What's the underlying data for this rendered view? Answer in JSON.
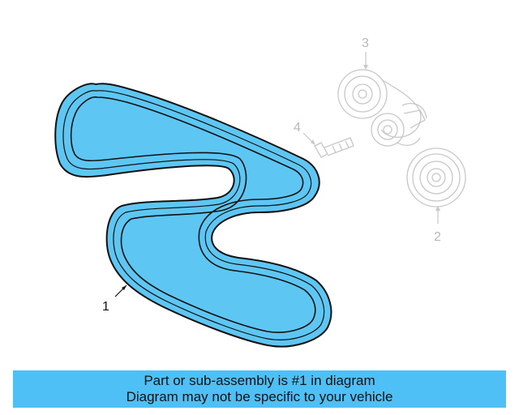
{
  "colors": {
    "belt_fill": "#5ec6f2",
    "belt_outline": "#111111",
    "faded_parts": "#c8c8c8",
    "banner_bg": "#4fc0f5"
  },
  "callouts": {
    "belt": "1",
    "idler_pulley_lower": "2",
    "idler_pulley_upper": "3",
    "bolt": "4"
  },
  "banner": {
    "line1": "Part or sub-assembly is #1 in diagram",
    "line2": "Diagram may not be specific to your vehicle"
  }
}
